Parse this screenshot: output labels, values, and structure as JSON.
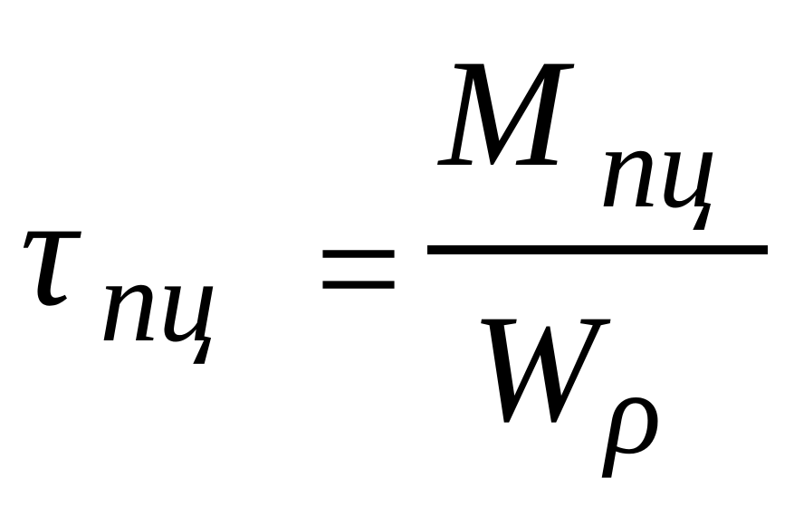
{
  "formula": {
    "lhs": {
      "symbol": "τ",
      "subscript": "пц"
    },
    "operator": "=",
    "numerator": {
      "symbol": "M",
      "subscript": "пц"
    },
    "denominator": {
      "symbol": "W",
      "subscript": "ρ"
    }
  },
  "colors": {
    "text": "#000000",
    "background": "#ffffff"
  }
}
